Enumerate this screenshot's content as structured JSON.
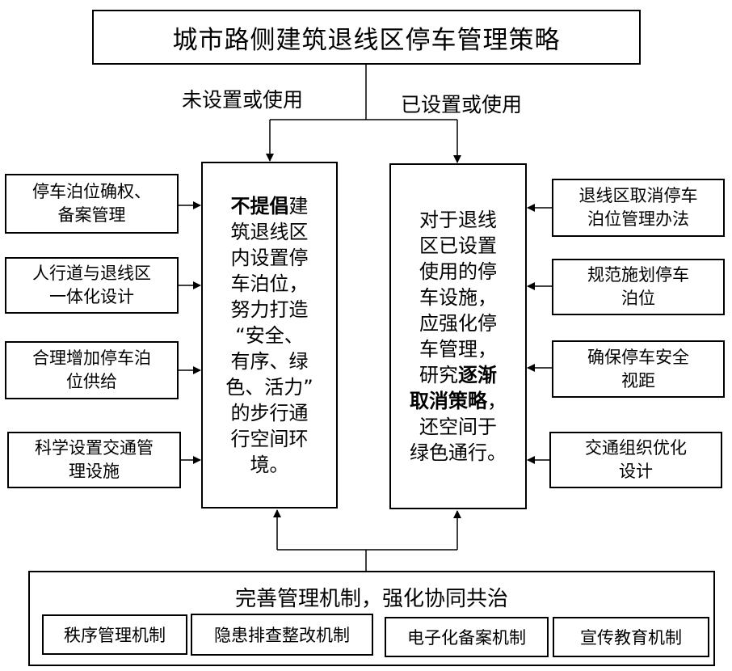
{
  "title": "城市路侧建筑退线区停车管理策略",
  "branch_left_label": "未设置或使用",
  "branch_right_label": "已设置或使用",
  "left_main": {
    "bold_lead": "不提倡",
    "text": "建\n筑退线区\n内设置停\n车泊位，\n努力打造\n“安全、\n有序、绿\n色、活力”\n的步行通\n行空间环\n境。"
  },
  "right_main": {
    "text_before": "对于退线\n区已设置\n使用的停\n车设施，\n应强化停\n车管理，\n研究",
    "bold": "逐渐\n取消策略",
    "text_after": "，\n还空间于\n绿色通行。"
  },
  "left_items": [
    {
      "label": "停车泊位确权、\n备案管理"
    },
    {
      "label": "人行道与退线区\n一体化设计"
    },
    {
      "label": "合理增加停车泊\n位供给"
    },
    {
      "label": "科学设置交通管\n理设施"
    }
  ],
  "right_items": [
    {
      "label": "退线区取消停车\n泊位管理办法"
    },
    {
      "label": "规范施划停车\n泊位"
    },
    {
      "label": "确保停车安全\n视距"
    },
    {
      "label": "交通组织优化\n设计"
    }
  ],
  "bottom": {
    "title": "完善管理机制，强化协同共治",
    "mechanisms": [
      {
        "label": "秩序管理机制"
      },
      {
        "label": "隐患排查整改机制"
      },
      {
        "label": "电子化备案机制"
      },
      {
        "label": "宣传教育机制"
      }
    ]
  }
}
